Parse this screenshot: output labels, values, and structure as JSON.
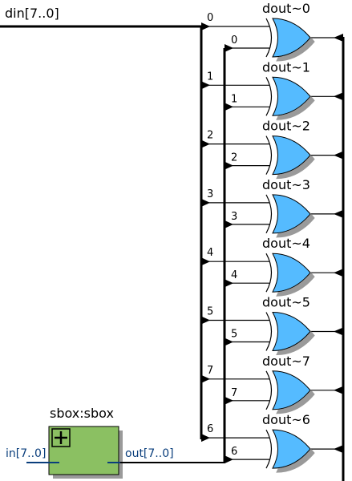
{
  "input_port": {
    "label": "din[7..0]"
  },
  "module": {
    "instance_label": "sbox:sbox",
    "in_port": "in[7..0]",
    "out_port": "out[7..0]",
    "fill": "#8bc062",
    "label_color": "#0a3e7c"
  },
  "gate_color": "#55bbff",
  "gates": [
    {
      "name": "dout~0",
      "top_bit": "0",
      "bottom_bit": "0"
    },
    {
      "name": "dout~1",
      "top_bit": "1",
      "bottom_bit": "1"
    },
    {
      "name": "dout~2",
      "top_bit": "2",
      "bottom_bit": "2"
    },
    {
      "name": "dout~3",
      "top_bit": "3",
      "bottom_bit": "3"
    },
    {
      "name": "dout~4",
      "top_bit": "4",
      "bottom_bit": "4"
    },
    {
      "name": "dout~5",
      "top_bit": "5",
      "bottom_bit": "5"
    },
    {
      "name": "dout~7",
      "top_bit": "7",
      "bottom_bit": "7"
    },
    {
      "name": "dout~6",
      "top_bit": "6",
      "bottom_bit": "6"
    }
  ]
}
